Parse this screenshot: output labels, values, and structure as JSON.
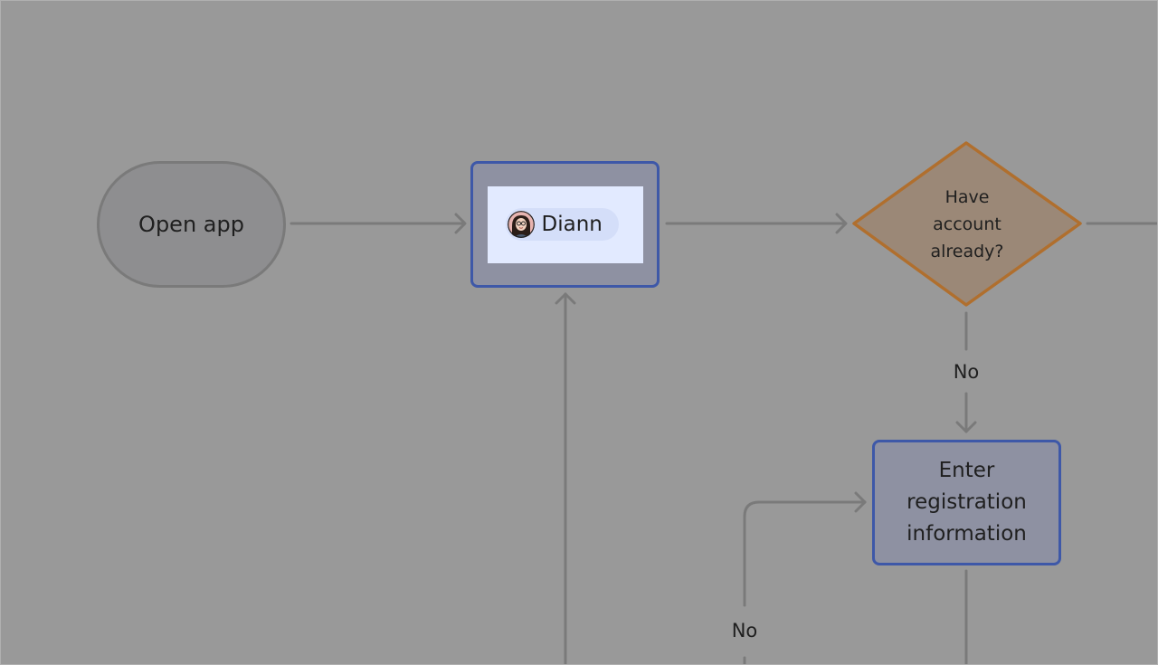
{
  "flowchart": {
    "nodes": {
      "start": {
        "label": "Open app"
      },
      "login": {
        "user_name": "Diann",
        "avatar_icon": "user-avatar-icon"
      },
      "decision": {
        "label": "Have account already?"
      },
      "register": {
        "label": "Enter registration information"
      }
    },
    "edge_labels": {
      "decision_to_register": "No",
      "loop_back": "No"
    }
  },
  "colors": {
    "canvas": "#999999",
    "connector": "#7a7a7a",
    "process_border": "#3e58a8",
    "process_fill": "#8e91a2",
    "decision_border": "#b06f2e",
    "decision_fill": "#9b8877",
    "login_card": "#e2eaff"
  }
}
